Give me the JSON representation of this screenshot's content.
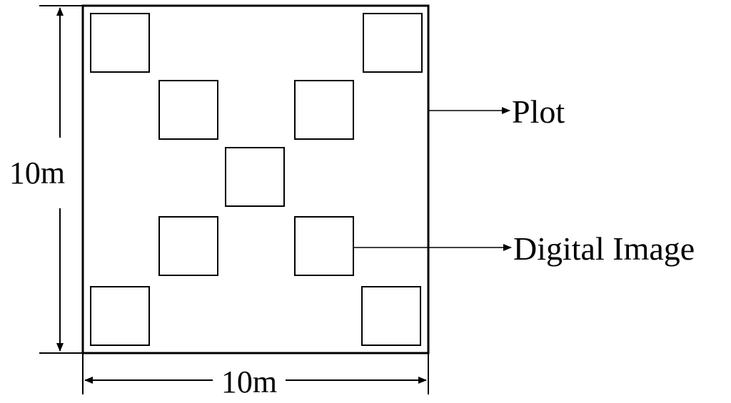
{
  "dimensions": {
    "height_label": "10m",
    "width_label": "10m"
  },
  "labels": {
    "plot": "Plot",
    "digital_image": "Digital Image"
  },
  "subplot_count": 9,
  "colors": {
    "stroke": "#000000",
    "background": "#ffffff"
  }
}
